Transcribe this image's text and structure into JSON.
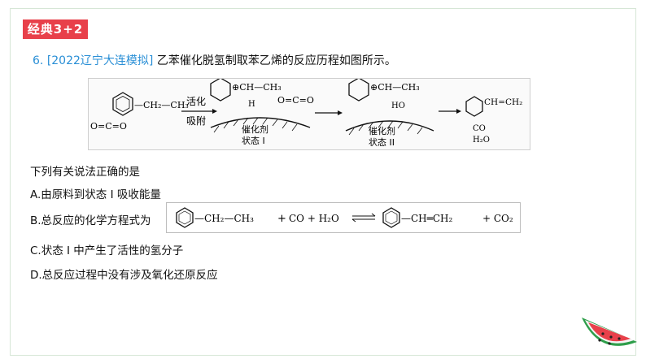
{
  "tag": {
    "label": "经典3+2"
  },
  "question": {
    "number": "6.",
    "source": "[2022辽宁大连模拟]",
    "text": "乙苯催化脱氢制取苯乙烯的反应历程如图所示。"
  },
  "diagram": {
    "label_activate1": "活化",
    "label_activate2": "吸附",
    "catalyst1": "催化剂",
    "state1": "状态 I",
    "catalyst2": "催化剂",
    "state2": "状态 II",
    "co2_left": "O=C=O",
    "ch_chain1": "—CH₂—CH₃",
    "ch_chain2": "⊕CH—CH₃",
    "oco": "O=C=O",
    "ch_chain3": "⊕CH—CH₃",
    "ho": "HO",
    "h_minus": "H",
    "co": "CO",
    "h2o": "H₂O",
    "product": "CH=CH₂"
  },
  "prompt": "下列有关说法正确的是",
  "options": {
    "a": "A.由原料到状态 I 吸收能量",
    "b_prefix": "B.总反应的化学方程式为",
    "c": "C.状态 I 中产生了活性的氢分子",
    "d": "D.总反应过程中没有涉及氧化还原反应"
  },
  "equation": {
    "left_chain": "—CH₂—CH₃",
    "plus1": "+",
    "co_h2o": "CO + H₂O",
    "right_chain": "—CH═CH₂",
    "plus2": "+ CO₂"
  },
  "colors": {
    "tag_bg": "#e8404a",
    "source_text": "#2a8fd6",
    "frame": "#d6e6d6"
  }
}
